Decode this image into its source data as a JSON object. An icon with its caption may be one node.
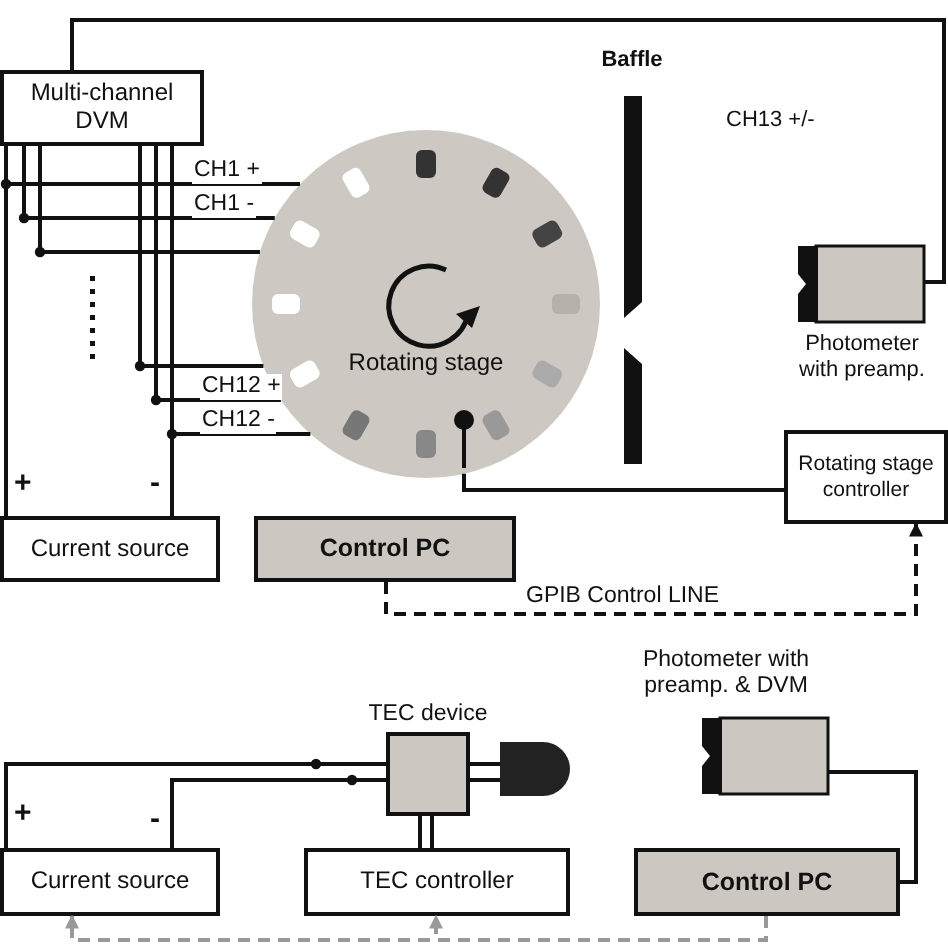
{
  "diagram": {
    "nodes": [
      {
        "text": [
          "Multi-channel DVM"
        ]
      },
      {
        "text": [
          "Rotating stage"
        ]
      },
      {
        "text": [
          "Baffle"
        ]
      },
      {
        "text": [
          "Photometer with preamp."
        ]
      },
      {
        "text": [
          "Rotating stage controller"
        ]
      },
      {
        "text": [
          "Current source"
        ]
      },
      {
        "text": [
          "Control PC"
        ]
      },
      {
        "text": [
          "TEC device"
        ]
      },
      {
        "text": [],
        "shape": "dome"
      },
      {
        "text": [
          "Current source"
        ]
      },
      {
        "text": [
          "TEC controller"
        ]
      },
      {
        "text": [
          "Photometer with preamp. & DVM"
        ]
      },
      {
        "text": [
          "Control PC"
        ]
      }
    ],
    "edges": [
      {
        "from": 0,
        "to": 3,
        "arrow": "none"
      },
      {
        "from": 0,
        "to": 1,
        "arrow": "none",
        "label": "CH1 +"
      },
      {
        "from": 0,
        "to": 1,
        "arrow": "none",
        "label": "CH1 -"
      },
      {
        "from": 0,
        "to": 1,
        "arrow": "none"
      },
      {
        "from": 0,
        "to": 1,
        "arrow": "none"
      },
      {
        "from": 0,
        "to": 1,
        "arrow": "none",
        "label": "CH12 +"
      },
      {
        "from": 0,
        "to": 1,
        "arrow": "none",
        "label": "CH12 -"
      },
      {
        "from": 5,
        "to": 0,
        "arrow": "none"
      },
      {
        "from": 5,
        "to": 0,
        "arrow": "none"
      },
      {
        "from": 1,
        "to": 4,
        "arrow": "none"
      },
      {
        "from": 6,
        "to": 4,
        "arrow": "to",
        "style": "dashed",
        "label": "GPIB Control LINE"
      },
      {
        "from": 9,
        "to": 7,
        "arrow": "none"
      },
      {
        "from": 9,
        "to": 7,
        "arrow": "none"
      },
      {
        "from": 7,
        "to": 8,
        "arrow": "none"
      },
      {
        "from": 7,
        "to": 8,
        "arrow": "none"
      },
      {
        "from": 10,
        "to": 7,
        "arrow": "none"
      },
      {
        "from": 11,
        "to": 12,
        "arrow": "none"
      },
      {
        "from": 12,
        "to": 9,
        "arrow": "to",
        "style": "dashed",
        "color": "#999999"
      },
      {
        "from": 12,
        "to": 10,
        "arrow": "to",
        "style": "dashed",
        "color": "#999999"
      }
    ],
    "labels": [
      "CH13 +/-",
      "+",
      "-",
      "+",
      "-"
    ]
  }
}
